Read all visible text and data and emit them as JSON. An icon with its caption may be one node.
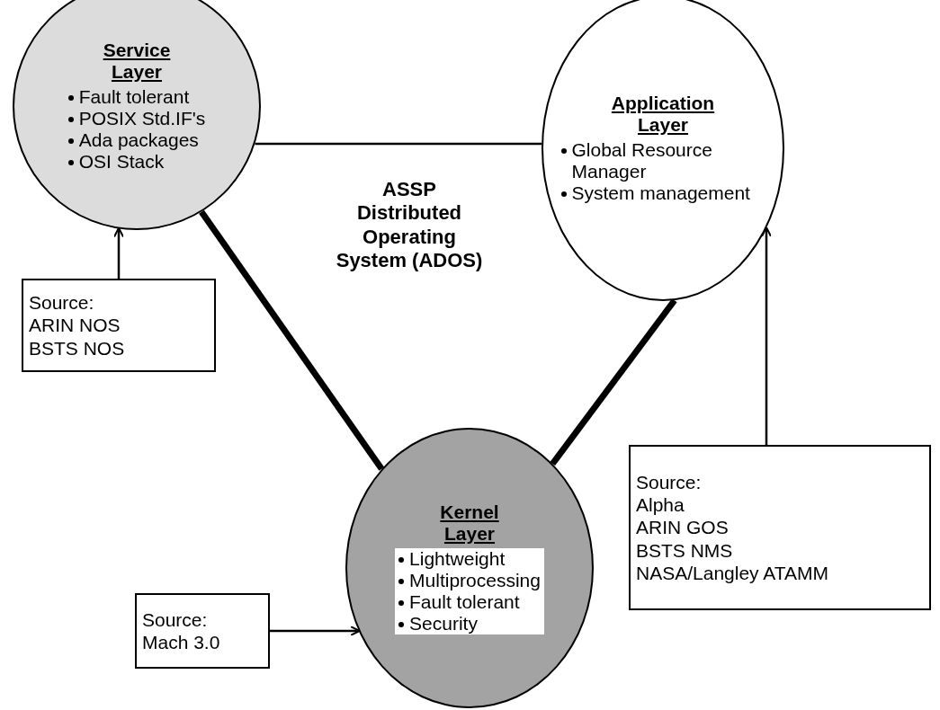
{
  "diagram": {
    "nodes": [
      {
        "text": [
          "Service Layer",
          "Fault tolerant",
          "POSIX Std.IF's",
          "Ada packages",
          "OSI Stack"
        ]
      },
      {
        "text": [
          "Application Layer",
          "Global Resource Manager",
          "System management"
        ]
      },
      {
        "text": [
          "Kernel Layer",
          "Lightweight",
          "Multiprocessing",
          "Fault tolerant",
          "Security"
        ]
      },
      {
        "text": [
          "Source:",
          "ARIN NOS",
          "BSTS NOS"
        ]
      },
      {
        "text": [
          "Source:",
          "Mach 3.0"
        ]
      },
      {
        "text": [
          "Source:",
          "Alpha",
          "ARIN GOS",
          "BSTS NMS",
          "NASA/Langley ATAMM"
        ]
      }
    ],
    "edges": [
      {
        "from": 0,
        "to": 1,
        "arrow": "none"
      },
      {
        "from": 0,
        "to": 2,
        "arrow": "none",
        "style": "thick"
      },
      {
        "from": 1,
        "to": 2,
        "arrow": "none",
        "style": "thick"
      },
      {
        "from": 3,
        "to": 0,
        "arrow": "to"
      },
      {
        "from": 4,
        "to": 2,
        "arrow": "to"
      },
      {
        "from": 5,
        "to": 1,
        "arrow": "to"
      }
    ],
    "labels": [
      "ASSP Distributed Operating System (ADOS)"
    ]
  }
}
